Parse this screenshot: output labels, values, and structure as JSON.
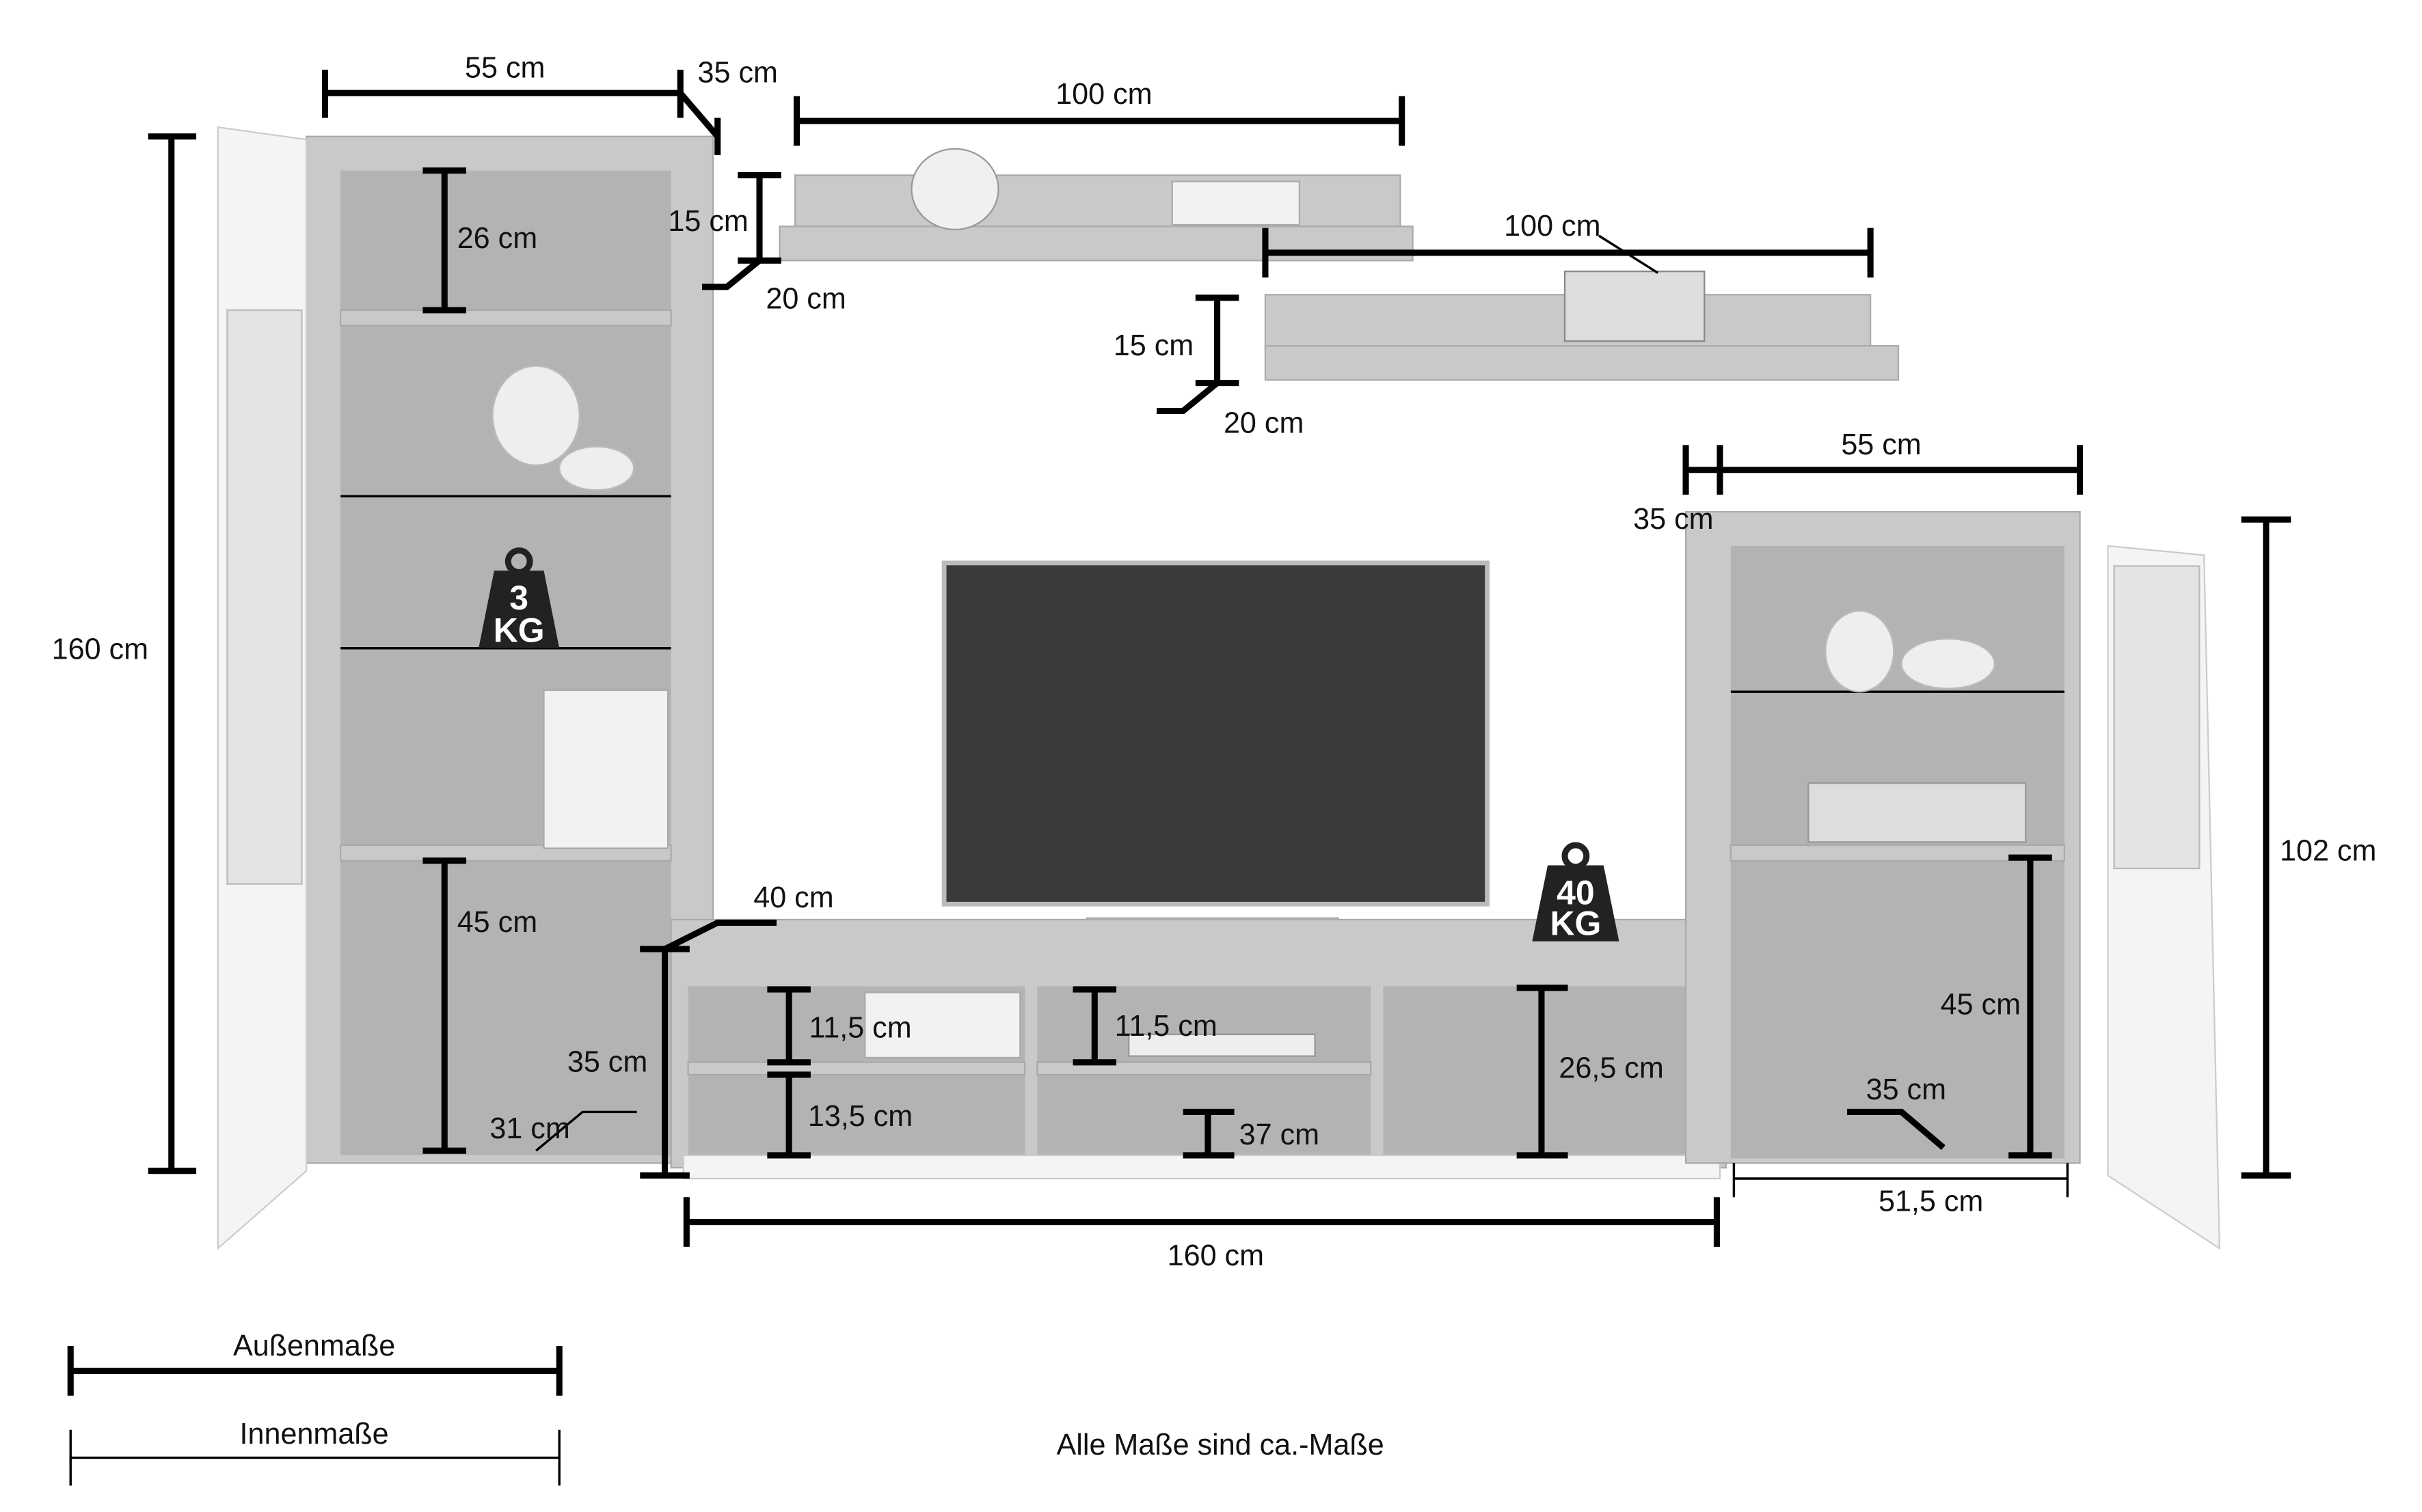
{
  "labels": {
    "left_width": "55 cm",
    "left_depth": "35 cm",
    "shelf1_width": "100 cm",
    "shelf1_height": "15 cm",
    "shelf1_depth": "20 cm",
    "shelf2_width": "100 cm",
    "shelf2_height": "15 cm",
    "shelf2_depth": "20 cm",
    "left_top_compartment": "26 cm",
    "left_height": "160 cm",
    "left_bottom_compartment": "45 cm",
    "left_bottom_depth": "31 cm",
    "tv_depth": "40 cm",
    "tv_height": "35 cm",
    "tv_comp1_top": "11,5 cm",
    "tv_comp2_top": "11,5 cm",
    "tv_comp1_bottom": "13,5 cm",
    "tv_comp2_bottom": "37 cm",
    "tv_comp3": "26,5 cm",
    "tv_width": "160 cm",
    "right_width": "55 cm",
    "right_depth": "35 cm",
    "right_height": "102 cm",
    "right_compartment": "45 cm",
    "right_inner_depth": "35 cm",
    "right_inner_width": "51,5 cm"
  },
  "weights": {
    "shelf_load": {
      "value": "3",
      "unit": "KG"
    },
    "tv_load": {
      "value": "40",
      "unit": "KG"
    }
  },
  "legend": {
    "outer": "Außenmaße",
    "inner": "Innenmaße"
  },
  "note": "Alle Maße sind ca.-Maße",
  "colors": {
    "concrete": "#c9c9c9",
    "door": "#f4f4f4",
    "dimension": "#000000"
  }
}
